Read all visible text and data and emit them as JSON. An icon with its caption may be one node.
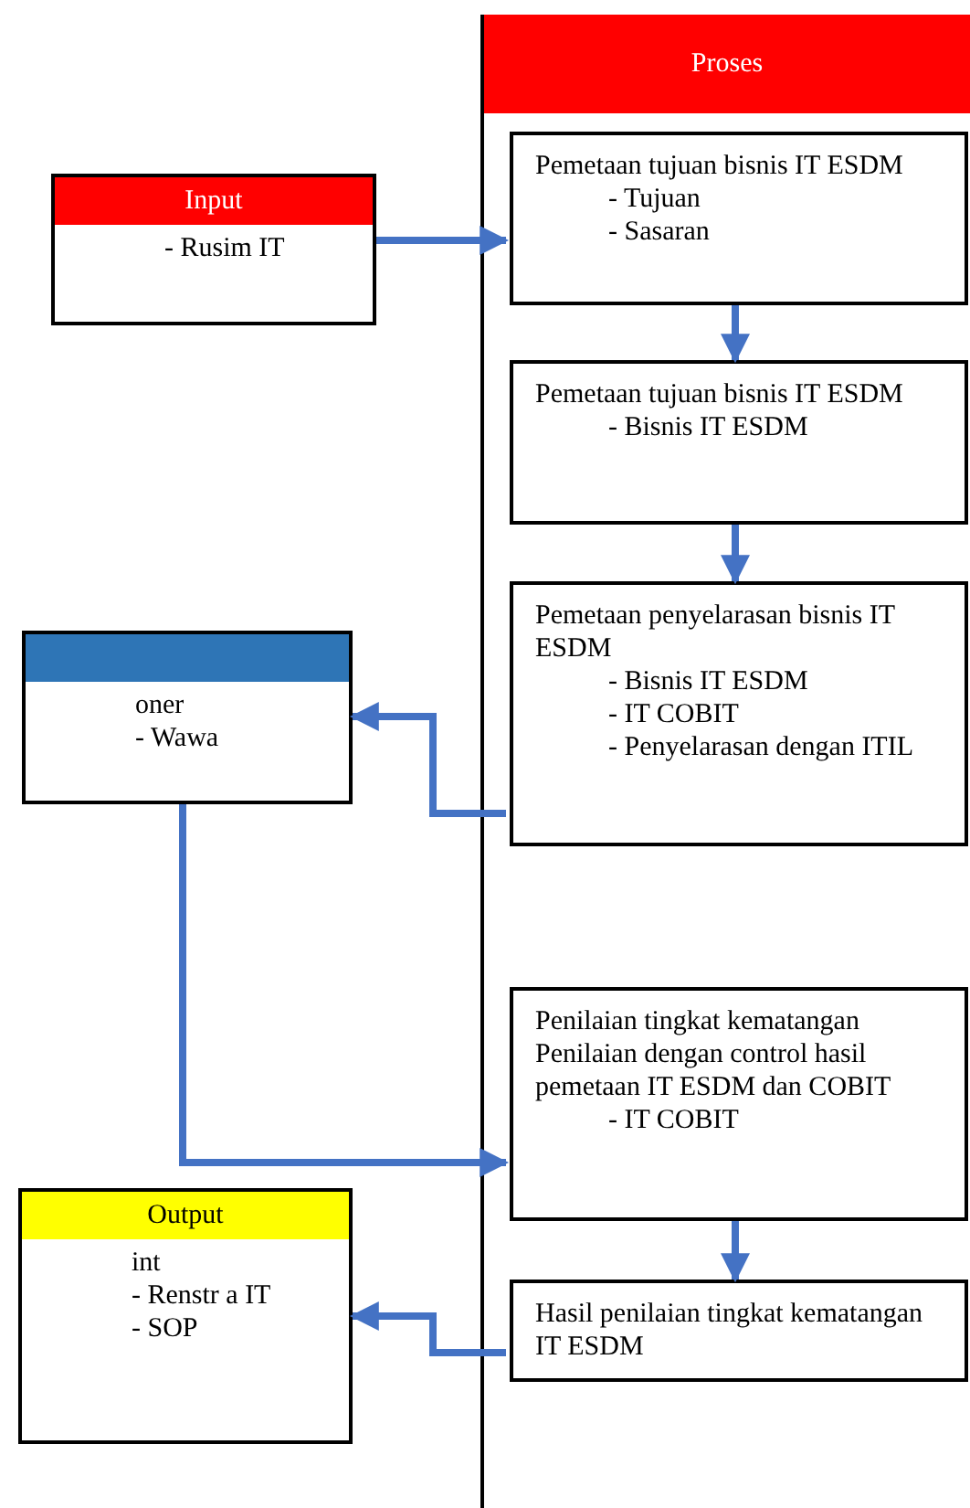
{
  "diagram": {
    "nodes": [
      {
        "text": [
          "Input",
          "- Rusim IT"
        ]
      },
      {
        "text": [
          "Proses"
        ]
      },
      {
        "text": [
          "Pemetaan tujuan bisnis IT ESDM",
          "- Tujuan",
          "- Sasaran"
        ],
        "in": 1
      },
      {
        "text": [
          "Pemetaan tujuan bisnis IT ESDM",
          "- Bisnis IT ESDM"
        ],
        "in": 1
      },
      {
        "text": [
          "Pemetaan penyelarasan bisnis IT ESDM",
          "- Bisnis IT ESDM",
          "- IT COBIT",
          "- Penyelarasan dengan ITIL"
        ],
        "in": 1
      },
      {
        "text": [
          "Penilaian tingkat kematangan Penilaian dengan control hasil pemetaan IT ESDM dan COBIT",
          "- IT COBIT"
        ],
        "in": 1
      },
      {
        "text": [
          "Hasil penilaian tingkat kematangan IT ESDM"
        ],
        "in": 1
      },
      {
        "text": [
          "oner",
          "- Wawa"
        ]
      },
      {
        "text": [
          "Output",
          "int",
          "- Renstr a IT",
          "- SOP"
        ]
      }
    ],
    "edges": [
      {
        "from": 0,
        "to": 2,
        "arrow": "to"
      },
      {
        "from": 2,
        "to": 3,
        "arrow": "to"
      },
      {
        "from": 3,
        "to": 4,
        "arrow": "to"
      },
      {
        "from": 4,
        "to": 7,
        "arrow": "to"
      },
      {
        "from": 7,
        "to": 5,
        "arrow": "to"
      },
      {
        "from": 5,
        "to": 6,
        "arrow": "to"
      },
      {
        "from": 6,
        "to": 8,
        "arrow": "to"
      }
    ]
  }
}
